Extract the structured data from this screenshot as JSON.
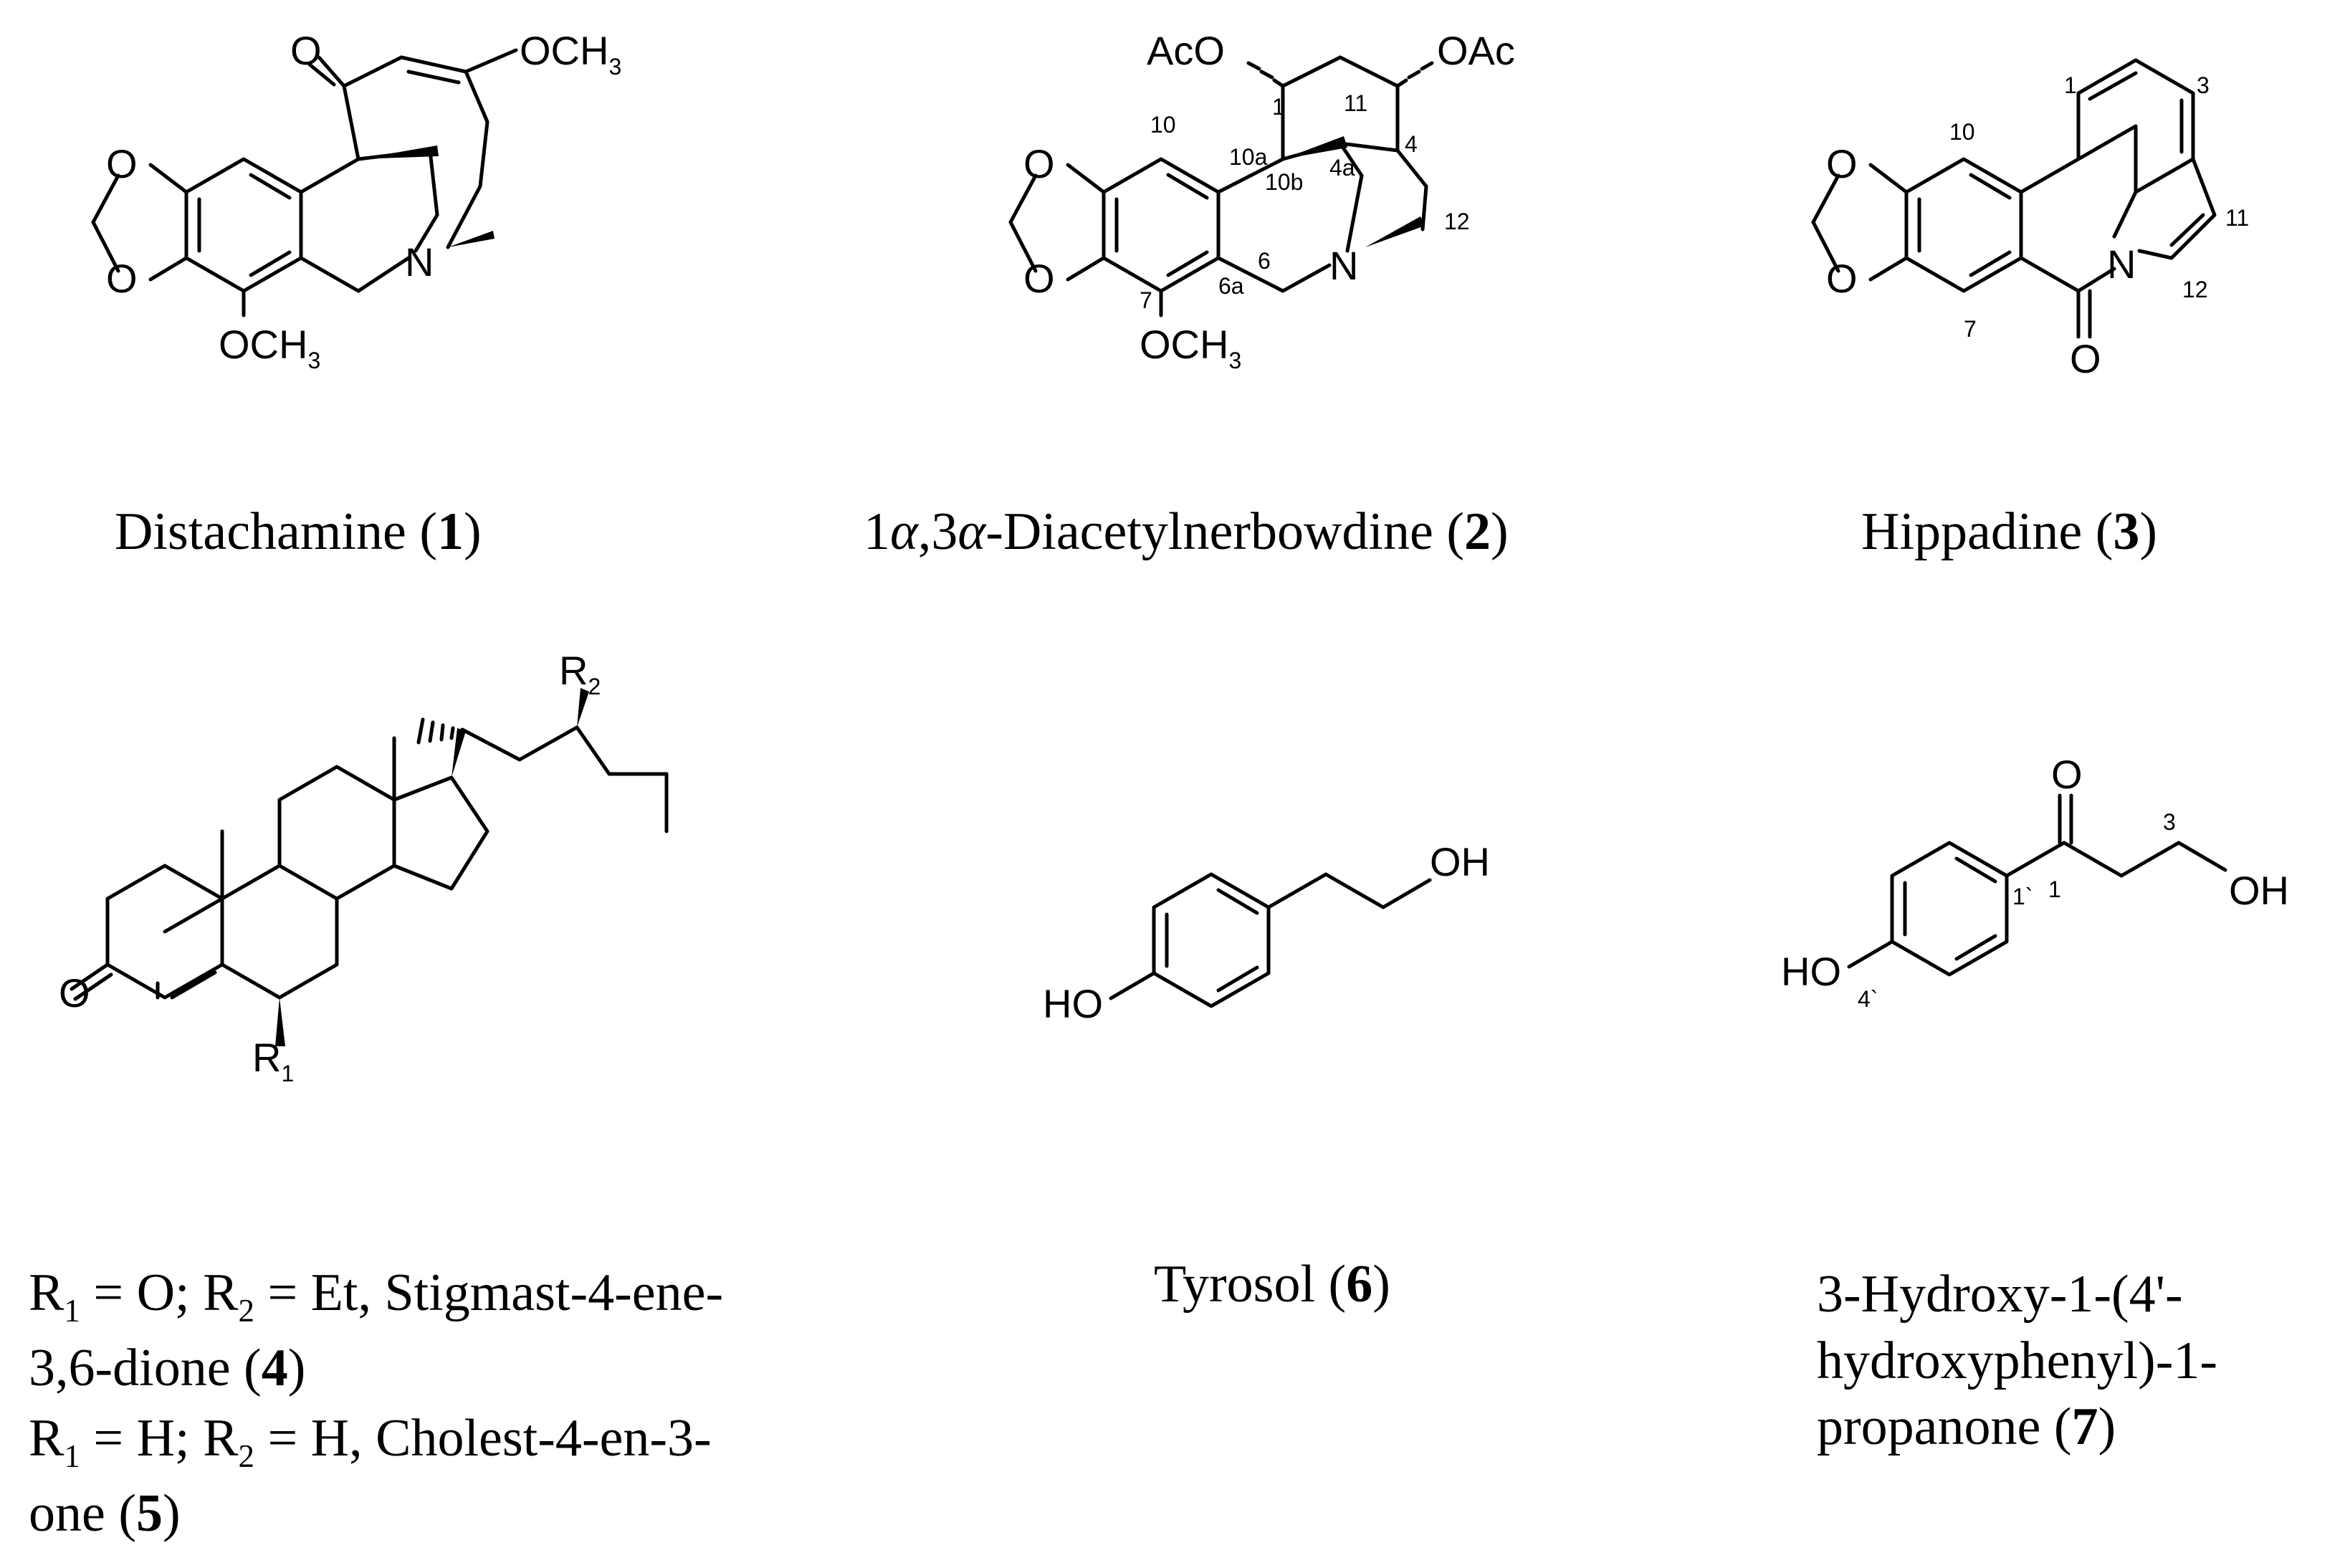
{
  "compounds": [
    {
      "id": "1",
      "name": "Distachamine",
      "caption_prefix": "Distachamine (",
      "caption_number": "1",
      "caption_suffix": ")",
      "atoms": {
        "ketone_o": "O",
        "methoxy_top": "OCH3",
        "methoxy_top_label": "OCH",
        "methoxy_top_sub": "3",
        "ring_o1": "O",
        "ring_o2": "O",
        "methoxy_bottom_label": "OCH",
        "methoxy_bottom_sub": "3",
        "nitrogen": "N"
      }
    },
    {
      "id": "2",
      "name": "1α,3α-Diacetylnerbowdine",
      "caption_prefix": "1",
      "caption_alpha1": "α",
      "caption_mid": ",3",
      "caption_alpha2": "α",
      "caption_rest": "-Diacetylnerbowdine (",
      "caption_number": "2",
      "caption_suffix": ")",
      "atoms": {
        "aco": "AcO",
        "oac": "OAc",
        "ring_o1": "O",
        "ring_o2": "O",
        "methoxy_label": "OCH",
        "methoxy_sub": "3",
        "nitrogen": "N"
      },
      "locants": [
        "1",
        "11",
        "10",
        "10a",
        "10b",
        "4a",
        "4",
        "12",
        "6",
        "6a",
        "7"
      ]
    },
    {
      "id": "3",
      "name": "Hippadine",
      "caption_prefix": "Hippadine (",
      "caption_number": "3",
      "caption_suffix": ")",
      "atoms": {
        "ring_o1": "O",
        "ring_o2": "O",
        "nitrogen": "N",
        "carbonyl_o": "O"
      },
      "locants": [
        "10",
        "1",
        "3",
        "11",
        "12",
        "7"
      ]
    },
    {
      "id": "4_5",
      "atoms": {
        "r1": "R",
        "r1_sub": "1",
        "r2": "R",
        "r2_sub": "2",
        "ketone_o": "O"
      },
      "caption_lines": [
        {
          "r1": "R",
          "r1_sub": "1",
          "a": " = O; ",
          "r2": "R",
          "r2_sub": "2",
          "b": " = Et, Stigmast-4-ene-"
        },
        {
          "text": "3,6-dione (",
          "number": "4",
          "suffix": ")"
        },
        {
          "r1": "R",
          "r1_sub": "1",
          "a": " = H; ",
          "r2": "R",
          "r2_sub": "2",
          "b": " = H, Cholest-4-en-3-"
        },
        {
          "text": "one (",
          "number": "5",
          "suffix": ")"
        }
      ]
    },
    {
      "id": "6",
      "name": "Tyrosol",
      "caption_prefix": "Tyrosol (",
      "caption_number": "6",
      "caption_suffix": ")",
      "atoms": {
        "ho": "HO",
        "oh": "OH"
      }
    },
    {
      "id": "7",
      "atoms": {
        "ho": "HO",
        "oh": "OH",
        "carbonyl_o": "O"
      },
      "locants": [
        "3",
        "1`",
        "1",
        "4`"
      ],
      "caption_lines": [
        {
          "text": "3-Hydroxy-1-(4'-"
        },
        {
          "text": "hydroxyphenyl)-1-"
        },
        {
          "text": "propanone (",
          "number": "7",
          "suffix": ")"
        }
      ]
    }
  ]
}
